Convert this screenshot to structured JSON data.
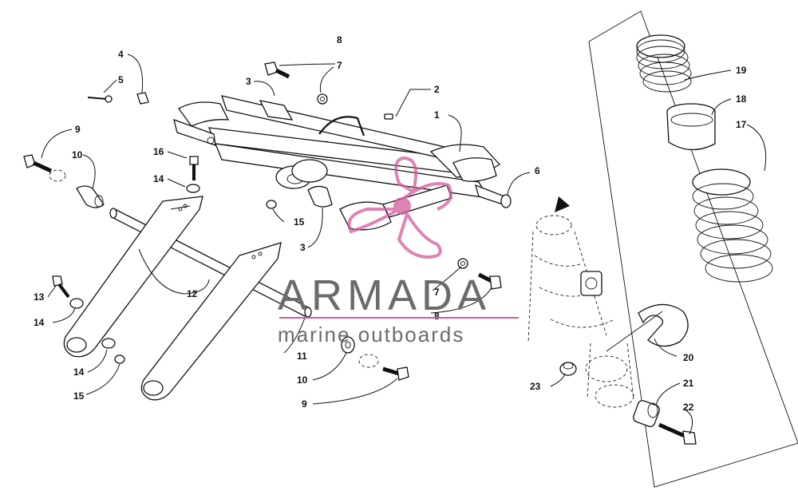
{
  "watermark": {
    "brand": "ARMADA",
    "tagline": "marine outboards",
    "logo_color": "#d35a9a",
    "text_color": "#6b6b6b"
  },
  "callouts": [
    "1",
    "2",
    "3",
    "3",
    "4",
    "5",
    "6",
    "7",
    "7",
    "8",
    "8",
    "9",
    "9",
    "10",
    "10",
    "11",
    "12",
    "13",
    "14",
    "14",
    "14",
    "15",
    "15",
    "16",
    "17",
    "18",
    "19",
    "20",
    "21",
    "22",
    "23"
  ]
}
